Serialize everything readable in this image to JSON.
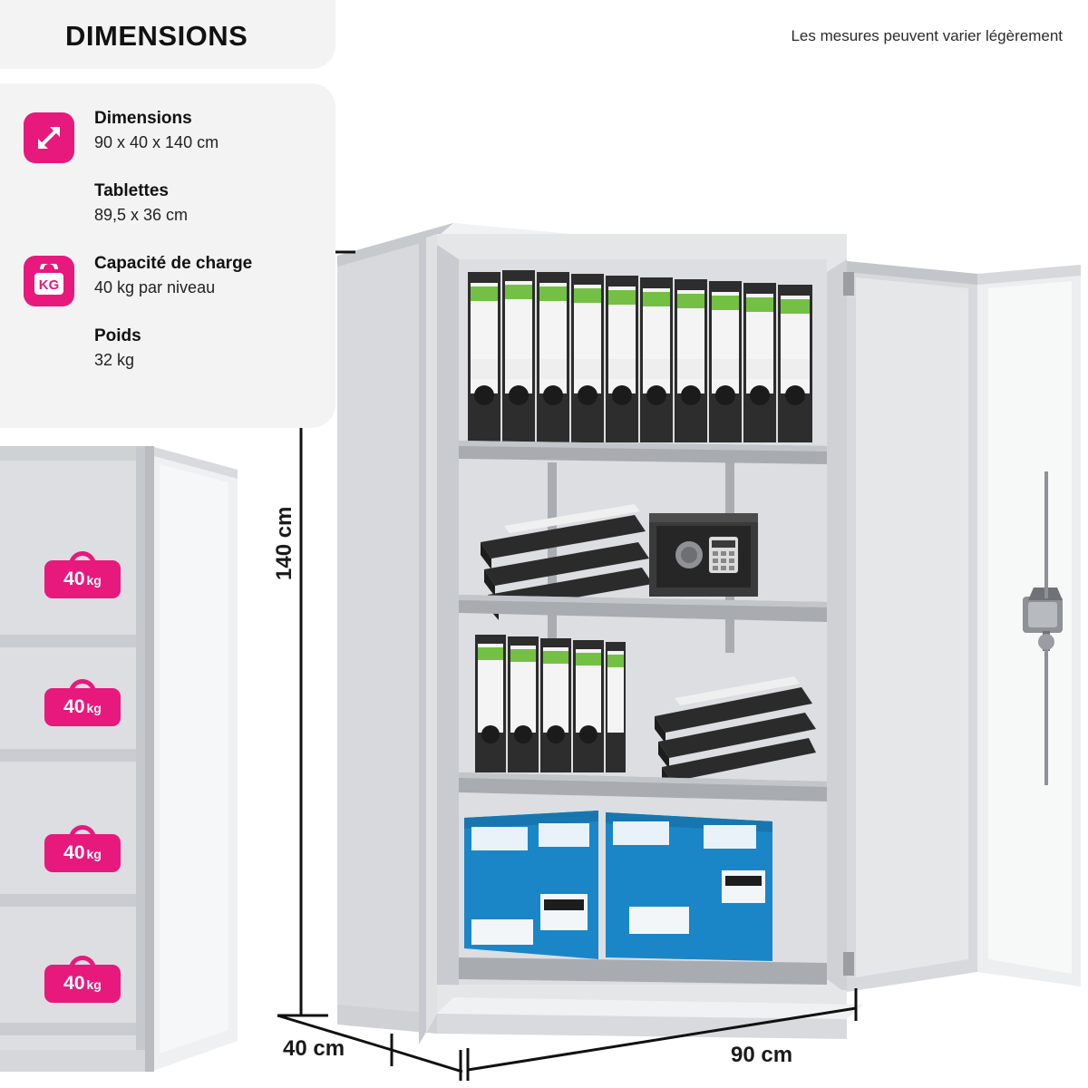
{
  "header": {
    "title": "DIMENSIONS",
    "note": "Les mesures peuvent varier légèrement"
  },
  "specs": [
    {
      "icon": "dimensions-icon",
      "title": "Dimensions",
      "value": "90 x 40 x 140 cm"
    },
    {
      "icon": null,
      "title": "Tablettes",
      "value": "89,5 x 36 cm"
    },
    {
      "icon": "weight-kg-icon",
      "title": "Capacité de charge",
      "value": "40 kg par niveau"
    },
    {
      "icon": null,
      "title": "Poids",
      "value": "32 kg"
    }
  ],
  "icon_labels": {
    "kg": "KG"
  },
  "shelf_badges": [
    {
      "value": "40",
      "unit": "kg"
    },
    {
      "value": "40",
      "unit": "kg"
    },
    {
      "value": "40",
      "unit": "kg"
    },
    {
      "value": "40",
      "unit": "kg"
    }
  ],
  "dimension_labels": {
    "height": "140 cm",
    "width": "90 cm",
    "depth": "40 cm"
  },
  "colors": {
    "accent": "#e8197d",
    "panel": "#f3f3f3",
    "cabinet_light": "#e9eaec",
    "cabinet_mid": "#d2d4d7",
    "cabinet_dark": "#b9bcc0",
    "binder_green": "#74c044",
    "box_blue": "#1a86c8",
    "dark": "#2a2a2a"
  }
}
